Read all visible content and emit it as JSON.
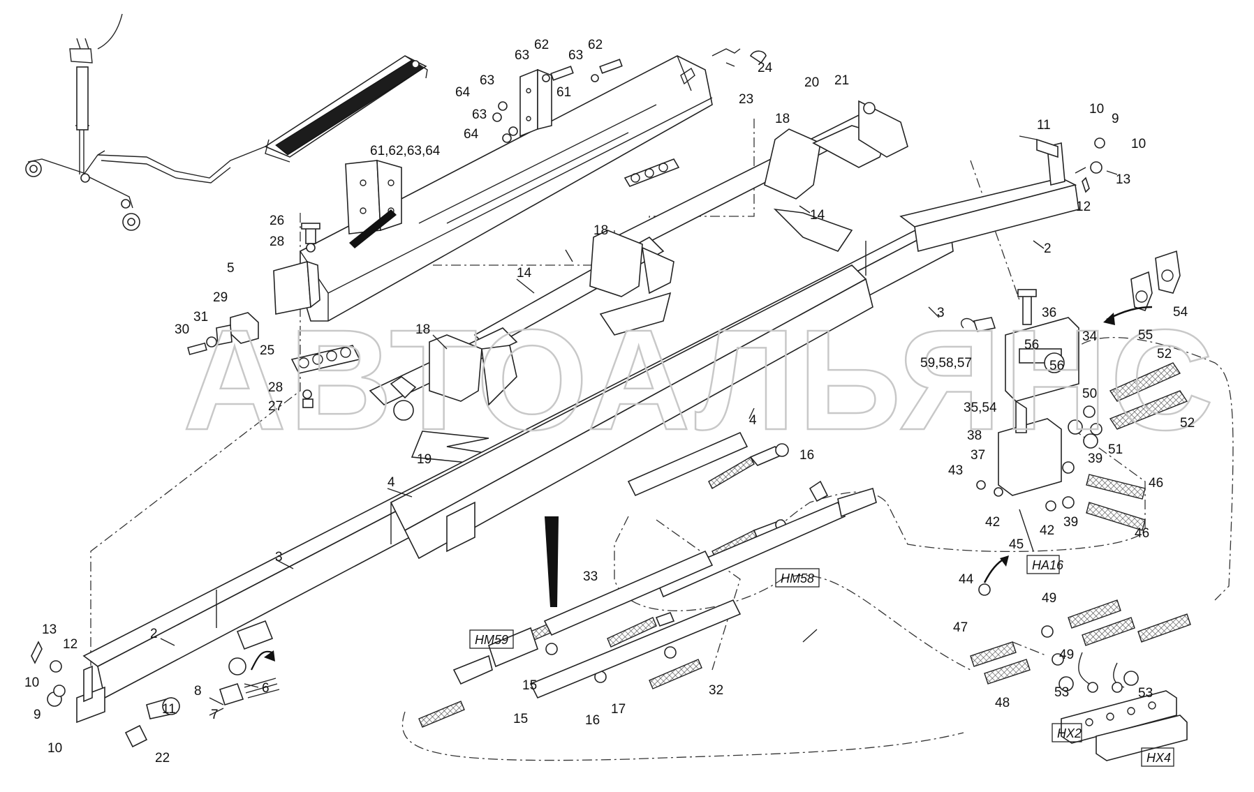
{
  "watermark": "АВТОАЛЬЯНС",
  "callouts": [
    "62",
    "63",
    "63",
    "62",
    "24",
    "64",
    "63",
    "61",
    "21",
    "23",
    "20",
    "63",
    "64",
    "11",
    "10",
    "9",
    "10",
    "13",
    "18",
    "61,62,63,64",
    "12",
    "26",
    "14",
    "28",
    "2",
    "18",
    "5",
    "14",
    "29",
    "31",
    "30",
    "3",
    "34",
    "55",
    "54",
    "36",
    "25",
    "18",
    "28",
    "27",
    "56",
    "59,58,57",
    "52",
    "56",
    "4",
    "50",
    "35,54",
    "52",
    "19",
    "38",
    "51",
    "39",
    "37",
    "16",
    "43",
    "46",
    "4",
    "42",
    "42",
    "39",
    "46",
    "3",
    "45",
    "HA16",
    "HM58",
    "33",
    "44",
    "49",
    "HM59",
    "2",
    "13",
    "12",
    "47",
    "49",
    "10",
    "8",
    "6",
    "15",
    "32",
    "53",
    "53",
    "7",
    "9",
    "11",
    "15",
    "16",
    "17",
    "10",
    "22",
    "48",
    "HX2",
    "HX4"
  ],
  "boxed_tags": [
    "HM58",
    "HM59",
    "HA16",
    "HX2",
    "HX4"
  ],
  "colors": {
    "line": "#222222",
    "watermark": "#c8c8c8",
    "background": "#ffffff"
  }
}
